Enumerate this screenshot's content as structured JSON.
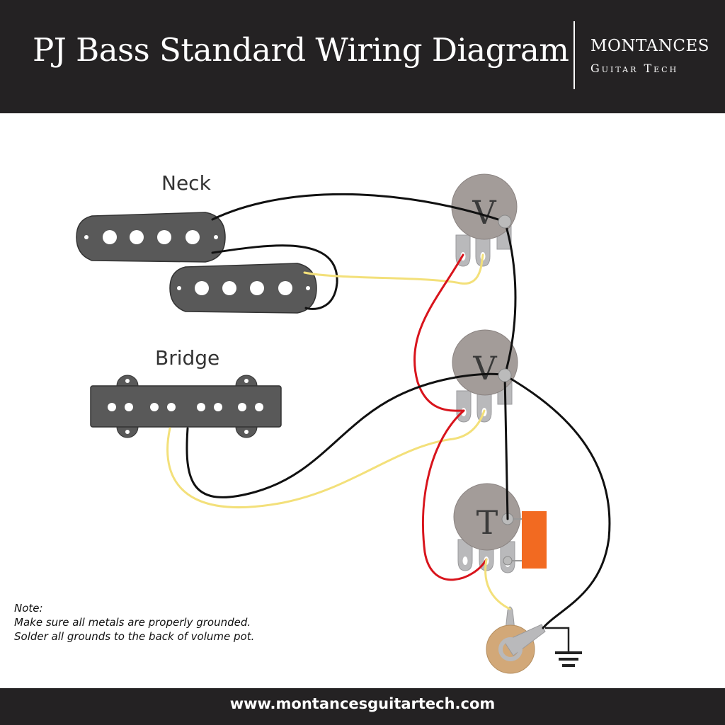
{
  "header": {
    "title": "PJ Bass Standard Wiring Diagram",
    "brand_name": "MONTANCES",
    "brand_sub": "Guitar Tech"
  },
  "diagram": {
    "pickups": [
      {
        "label": "Neck"
      },
      {
        "label": "Bridge"
      }
    ],
    "pots": [
      {
        "letter": "V"
      },
      {
        "letter": "V"
      },
      {
        "letter": "T"
      }
    ],
    "wire_colors": {
      "black": "#111111",
      "red": "#d8141c",
      "yellow": "#f3e07a"
    },
    "capacitor_color": "#f26a21",
    "jack_color": "#d2a878"
  },
  "note": {
    "heading": "Note:",
    "lines": [
      "Make sure all metals are properly grounded.",
      "Solder all grounds to the back of volume pot."
    ]
  },
  "footer": {
    "url": "www.montancesguitartech.com"
  }
}
